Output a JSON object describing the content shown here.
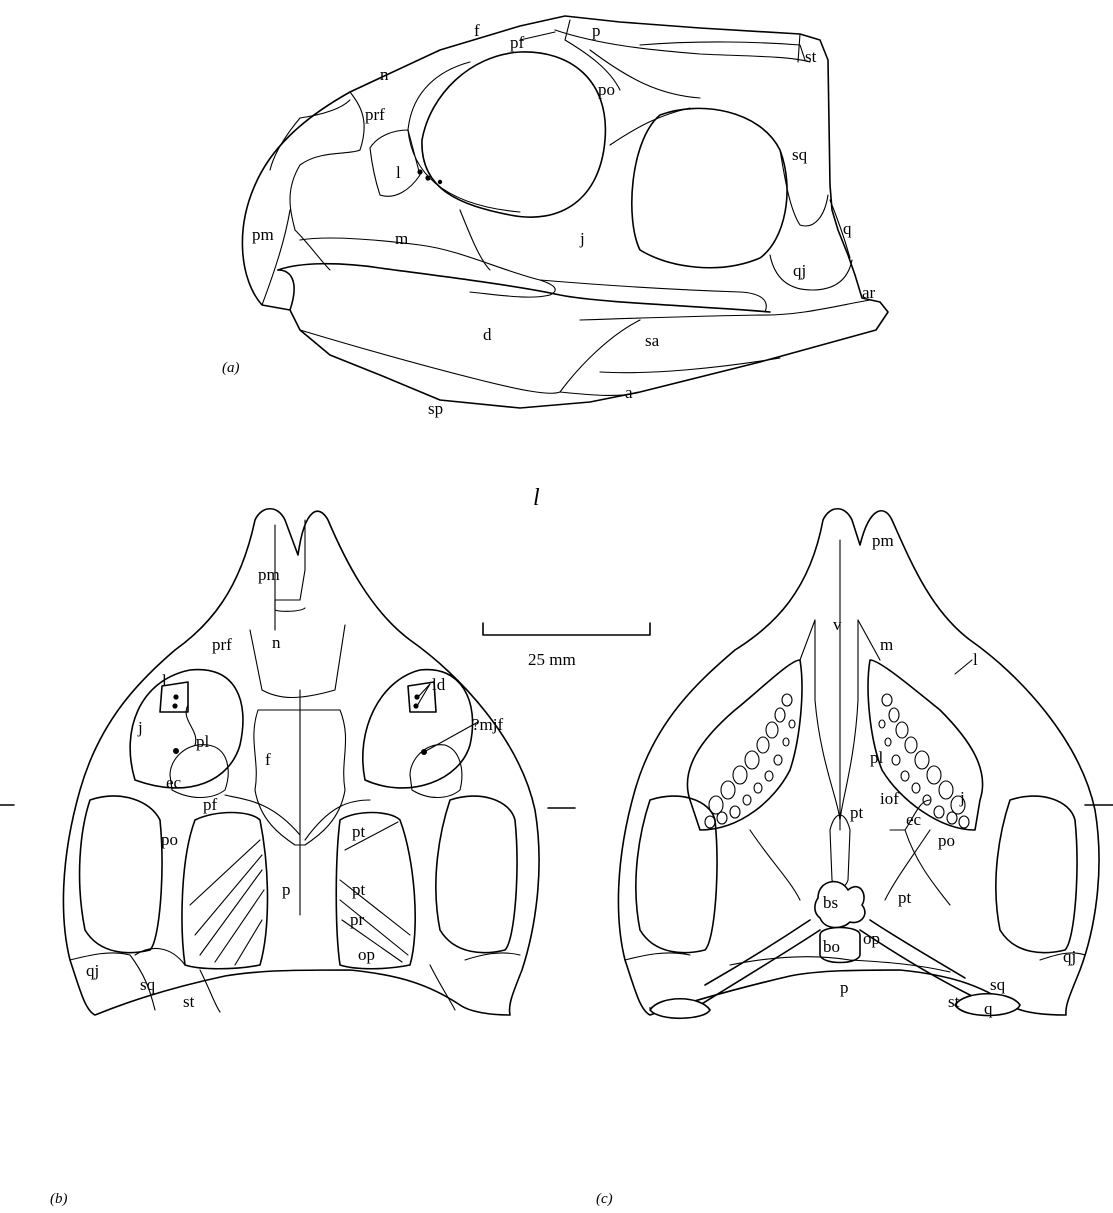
{
  "panels": {
    "a": {
      "caption": "(a)",
      "labels": {
        "f": "f",
        "p": "p",
        "pf": "pf",
        "st": "st",
        "n": "n",
        "prf": "prf",
        "po": "po",
        "sq": "sq",
        "l": "l",
        "pm": "pm",
        "m": "m",
        "j": "j",
        "q": "q",
        "qj": "qj",
        "ar": "ar",
        "d": "d",
        "sa": "sa",
        "sp": "sp",
        "a": "a"
      }
    },
    "b": {
      "caption": "(b)",
      "labels": {
        "pm": "pm",
        "prf": "prf",
        "n": "n",
        "l": "l",
        "ld": "ld",
        "mjf": "?mjf",
        "j": "j",
        "pl": "pl",
        "f": "f",
        "ec": "ec",
        "pf": "pf",
        "po": "po",
        "pt_upper": "pt",
        "p": "p",
        "pt_lower": "pt",
        "pr": "pr",
        "op": "op",
        "qj": "qj",
        "sq": "sq",
        "st": "st"
      }
    },
    "c": {
      "caption": "(c)",
      "labels": {
        "pm": "pm",
        "v": "v",
        "m": "m",
        "l": "l",
        "pl": "pl",
        "iof": "iof",
        "j": "j",
        "pt_upper": "pt",
        "ec": "ec",
        "po": "po",
        "bs": "bs",
        "pt_lower": "pt",
        "bo": "bo",
        "op": "op",
        "qj": "qj",
        "p": "p",
        "sq": "sq",
        "st": "st",
        "q": "q"
      }
    }
  },
  "scale_bar": {
    "label": "25 mm"
  },
  "stray_mark": "l"
}
